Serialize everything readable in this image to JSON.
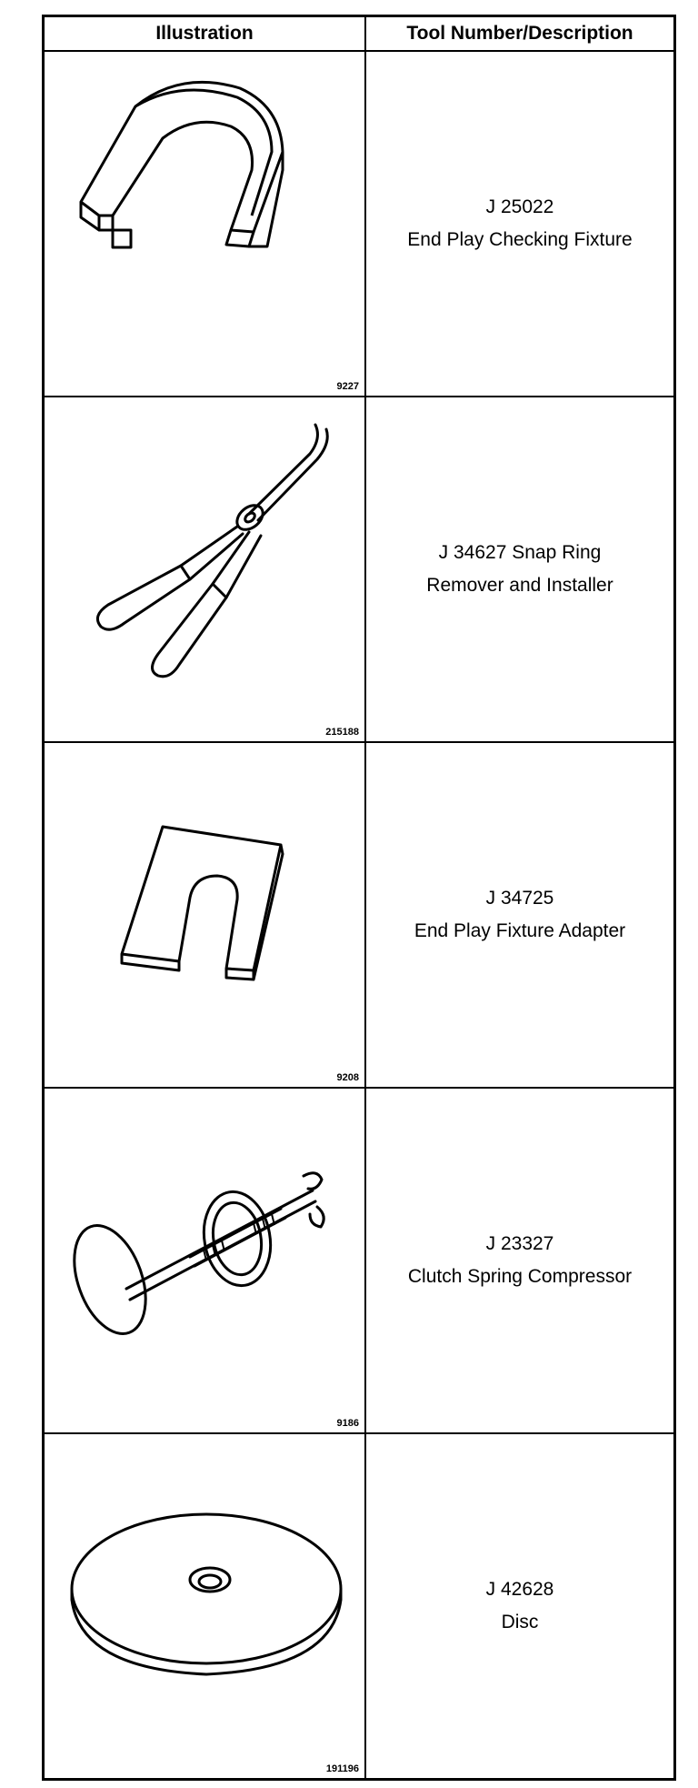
{
  "table": {
    "header_illustration": "Illustration",
    "header_description": "Tool Number/Description",
    "rows": [
      {
        "fig": "9227",
        "line1": "J 25022",
        "line2": "End Play Checking Fixture",
        "icon": "u-shaped-fixture-icon"
      },
      {
        "fig": "215188",
        "line1": "J 34627 Snap Ring",
        "line2": "Remover and Installer",
        "icon": "snap-ring-pliers-icon"
      },
      {
        "fig": "9208",
        "line1": "J 34725",
        "line2": "End Play Fixture Adapter",
        "icon": "slotted-plate-adapter-icon"
      },
      {
        "fig": "9186",
        "line1": "J 23327",
        "line2": "Clutch Spring Compressor",
        "icon": "spring-compressor-icon"
      },
      {
        "fig": "191196",
        "line1": "J 42628",
        "line2": "Disc",
        "icon": "disc-icon"
      }
    ]
  }
}
